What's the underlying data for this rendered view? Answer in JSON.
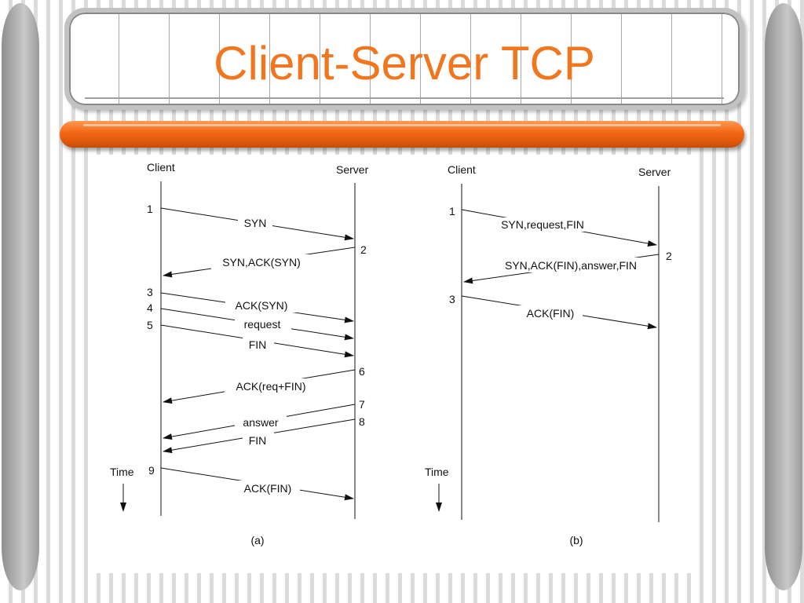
{
  "slide": {
    "title": "Client-Server TCP"
  },
  "diagram_a": {
    "client_label": "Client",
    "server_label": "Server",
    "time_label": "Time",
    "caption": "(a)",
    "steps": [
      "1",
      "2",
      "3",
      "4",
      "5",
      "6",
      "7",
      "8",
      "9"
    ],
    "messages": [
      "SYN",
      "SYN,ACK(SYN)",
      "ACK(SYN)",
      "request",
      "FIN",
      "ACK(req+FIN)",
      "answer",
      "FIN",
      "ACK(FIN)"
    ]
  },
  "diagram_b": {
    "client_label": "Client",
    "server_label": "Server",
    "time_label": "Time",
    "caption": "(b)",
    "steps": [
      "1",
      "2",
      "3"
    ],
    "messages": [
      "SYN,request,FIN",
      "SYN,ACK(FIN),answer,FIN",
      "ACK(FIN)"
    ]
  }
}
